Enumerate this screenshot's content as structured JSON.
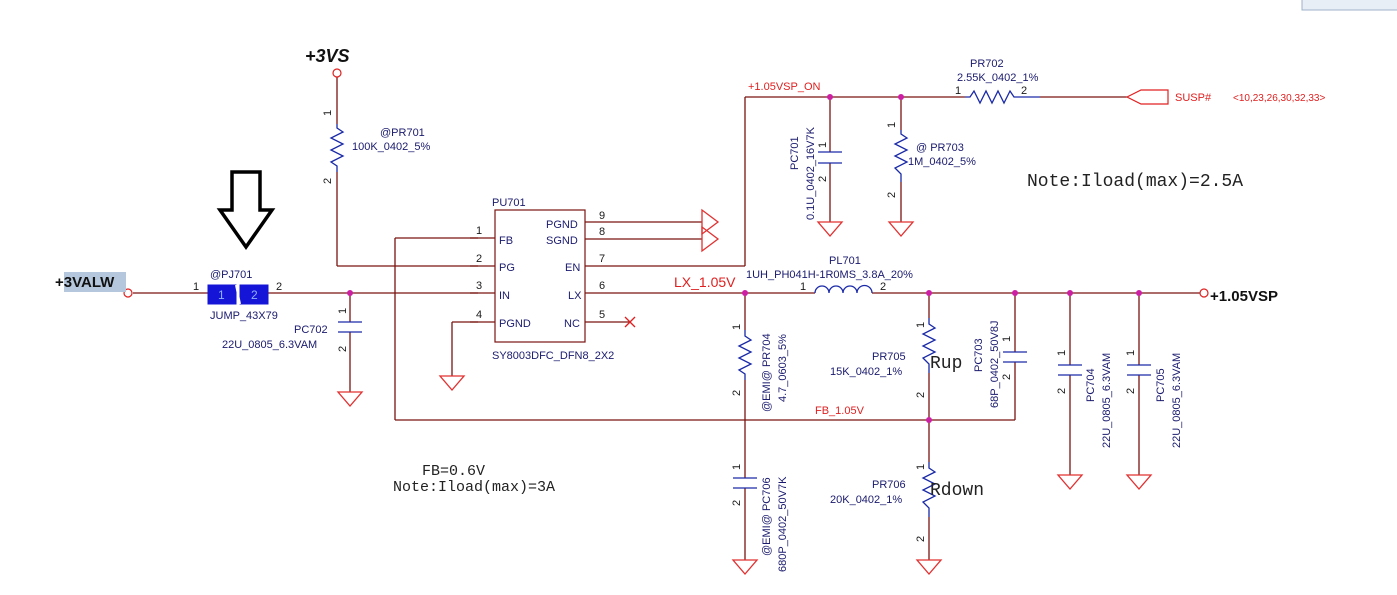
{
  "nets": {
    "vs3": "+3VS",
    "valw3": "+3VALW",
    "vsp105": "+1.05VSP",
    "vsp_on": "+1.05VSP_ON",
    "lx": "LX_1.05V",
    "fb": "FB_1.05V",
    "susp": "SUSP#",
    "susp_refs": "<10,23,26,30,32,33>"
  },
  "ic": {
    "ref": "PU701",
    "part": "SY8003DFC_DFN8_2X2",
    "pins_left": [
      {
        "num": "1",
        "name": "FB"
      },
      {
        "num": "2",
        "name": "PG"
      },
      {
        "num": "3",
        "name": "IN"
      },
      {
        "num": "4",
        "name": "PGND"
      }
    ],
    "pins_right": [
      {
        "num": "9",
        "name": "PGND"
      },
      {
        "num": "8",
        "name": "SGND"
      },
      {
        "num": "7",
        "name": "EN"
      },
      {
        "num": "6",
        "name": "LX"
      },
      {
        "num": "5",
        "name": "NC"
      }
    ]
  },
  "components": {
    "pr701": {
      "ref": "@PR701",
      "value": "100K_0402_5%",
      "p1": "1",
      "p2": "2"
    },
    "pj701": {
      "ref": "@PJ701",
      "value": "JUMP_43X79",
      "p1": "1",
      "p2": "2",
      "pad1": "1",
      "pad2": "2"
    },
    "pc702": {
      "ref": "PC702",
      "value": "22U_0805_6.3VAM",
      "p1": "1",
      "p2": "2"
    },
    "pr702": {
      "ref": "PR702",
      "value": "2.55K_0402_1%",
      "p1": "1",
      "p2": "2"
    },
    "pc701": {
      "ref": "PC701",
      "value": "0.1U_0402_16V7K",
      "p1": "1",
      "p2": "2"
    },
    "pr703": {
      "ref": "@ PR703",
      "value": "1M_0402_5%",
      "p1": "1",
      "p2": "2"
    },
    "pl701": {
      "ref": "PL701",
      "value": "1UH_PH041H-1R0MS_3.8A_20%",
      "p1": "1",
      "p2": "2"
    },
    "pr704": {
      "ref": "@EMI@ PR704",
      "value": "4.7_0603_5%",
      "p1": "1",
      "p2": "2"
    },
    "pc706": {
      "ref": "@EMI@ PC706",
      "value": "680P_0402_50V7K",
      "p1": "1",
      "p2": "2"
    },
    "pr705": {
      "ref": "PR705",
      "value": "15K_0402_1%",
      "p1": "1",
      "p2": "2"
    },
    "pc703": {
      "ref": "PC703",
      "value": "68P_0402_50V8J",
      "p1": "1",
      "p2": "2"
    },
    "pr706": {
      "ref": "PR706",
      "value": "20K_0402_1%",
      "p1": "1",
      "p2": "2"
    },
    "pc704": {
      "ref": "PC704",
      "value": "22U_0805_6.3VAM",
      "p1": "1",
      "p2": "2"
    },
    "pc705": {
      "ref": "PC705",
      "value": "22U_0805_6.3VAM",
      "p1": "1",
      "p2": "2"
    }
  },
  "notes": {
    "rup": "Rup",
    "rdown": "Rdown",
    "note_25": "Note:Iload(max)=2.5A",
    "fb_eq": "FB=0.6V",
    "note_3": "Note:Iload(max)=3A"
  }
}
